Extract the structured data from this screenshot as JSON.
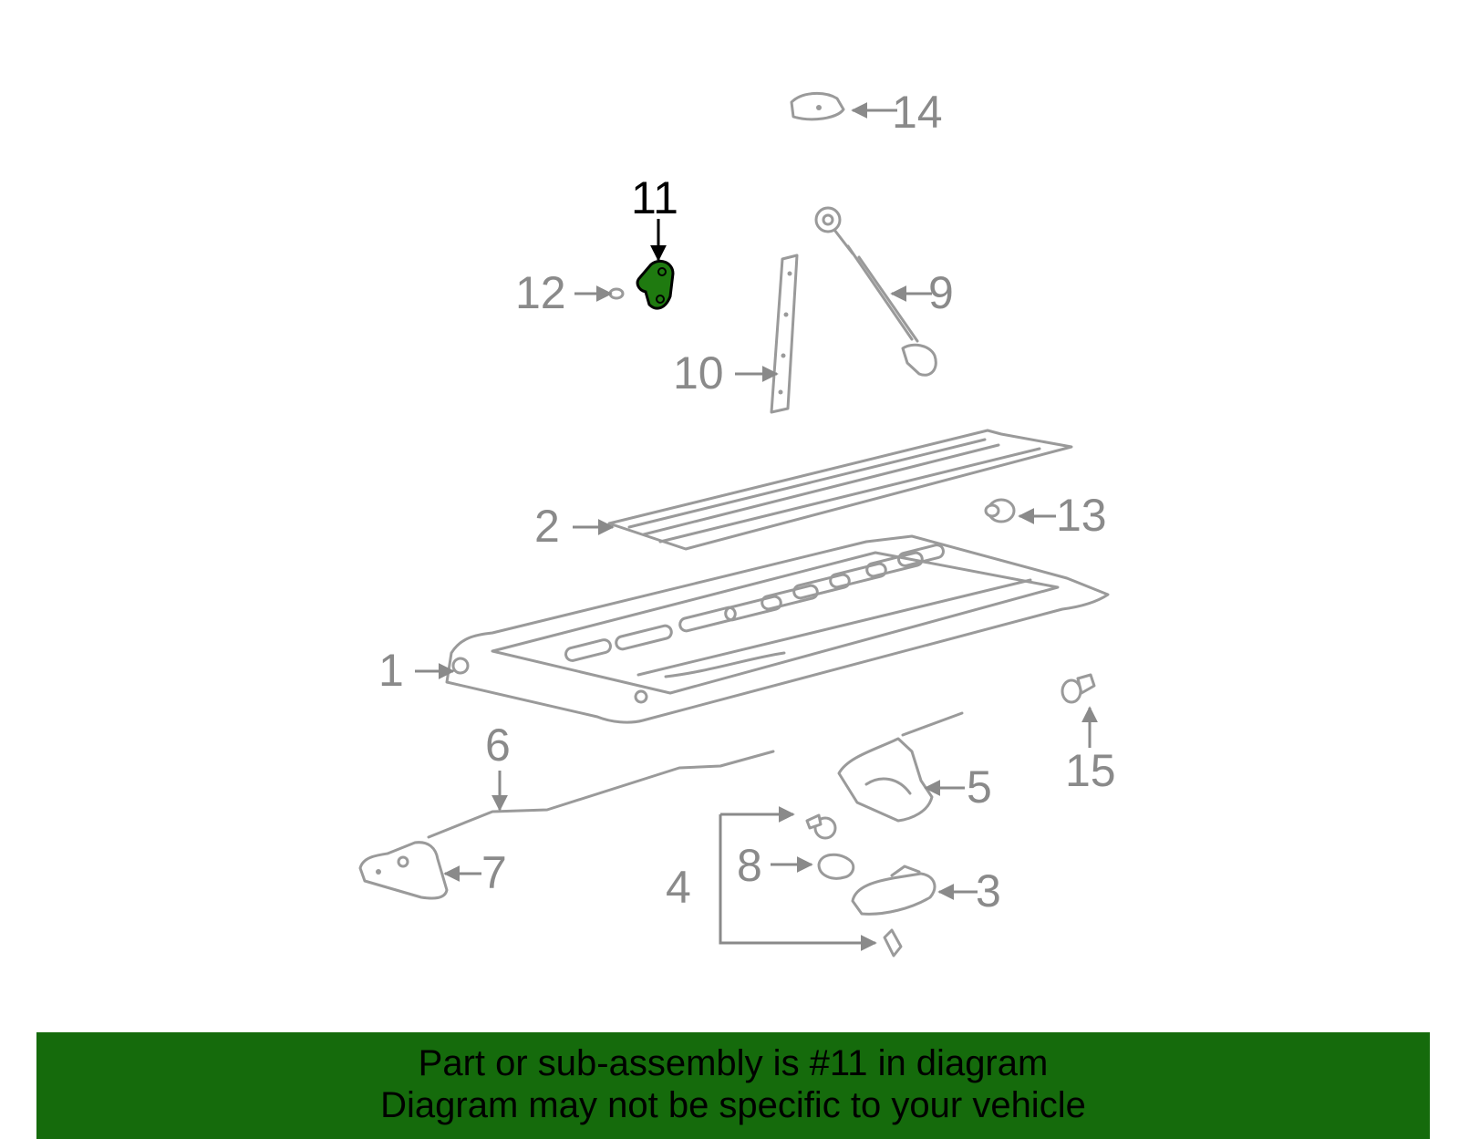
{
  "highlighted_part": "11",
  "callouts": [
    "1",
    "2",
    "3",
    "4",
    "5",
    "6",
    "7",
    "8",
    "9",
    "10",
    "11",
    "12",
    "13",
    "14",
    "15"
  ],
  "colors": {
    "part_stroke": "#9a9a9a",
    "highlight_fill": "#1f7a10",
    "banner_bg": "#156b0c",
    "text_gray": "#8a8a8a"
  },
  "banner": {
    "line1": "Part or sub-assembly is #11 in diagram",
    "line2": "Diagram may not be specific to your vehicle"
  }
}
